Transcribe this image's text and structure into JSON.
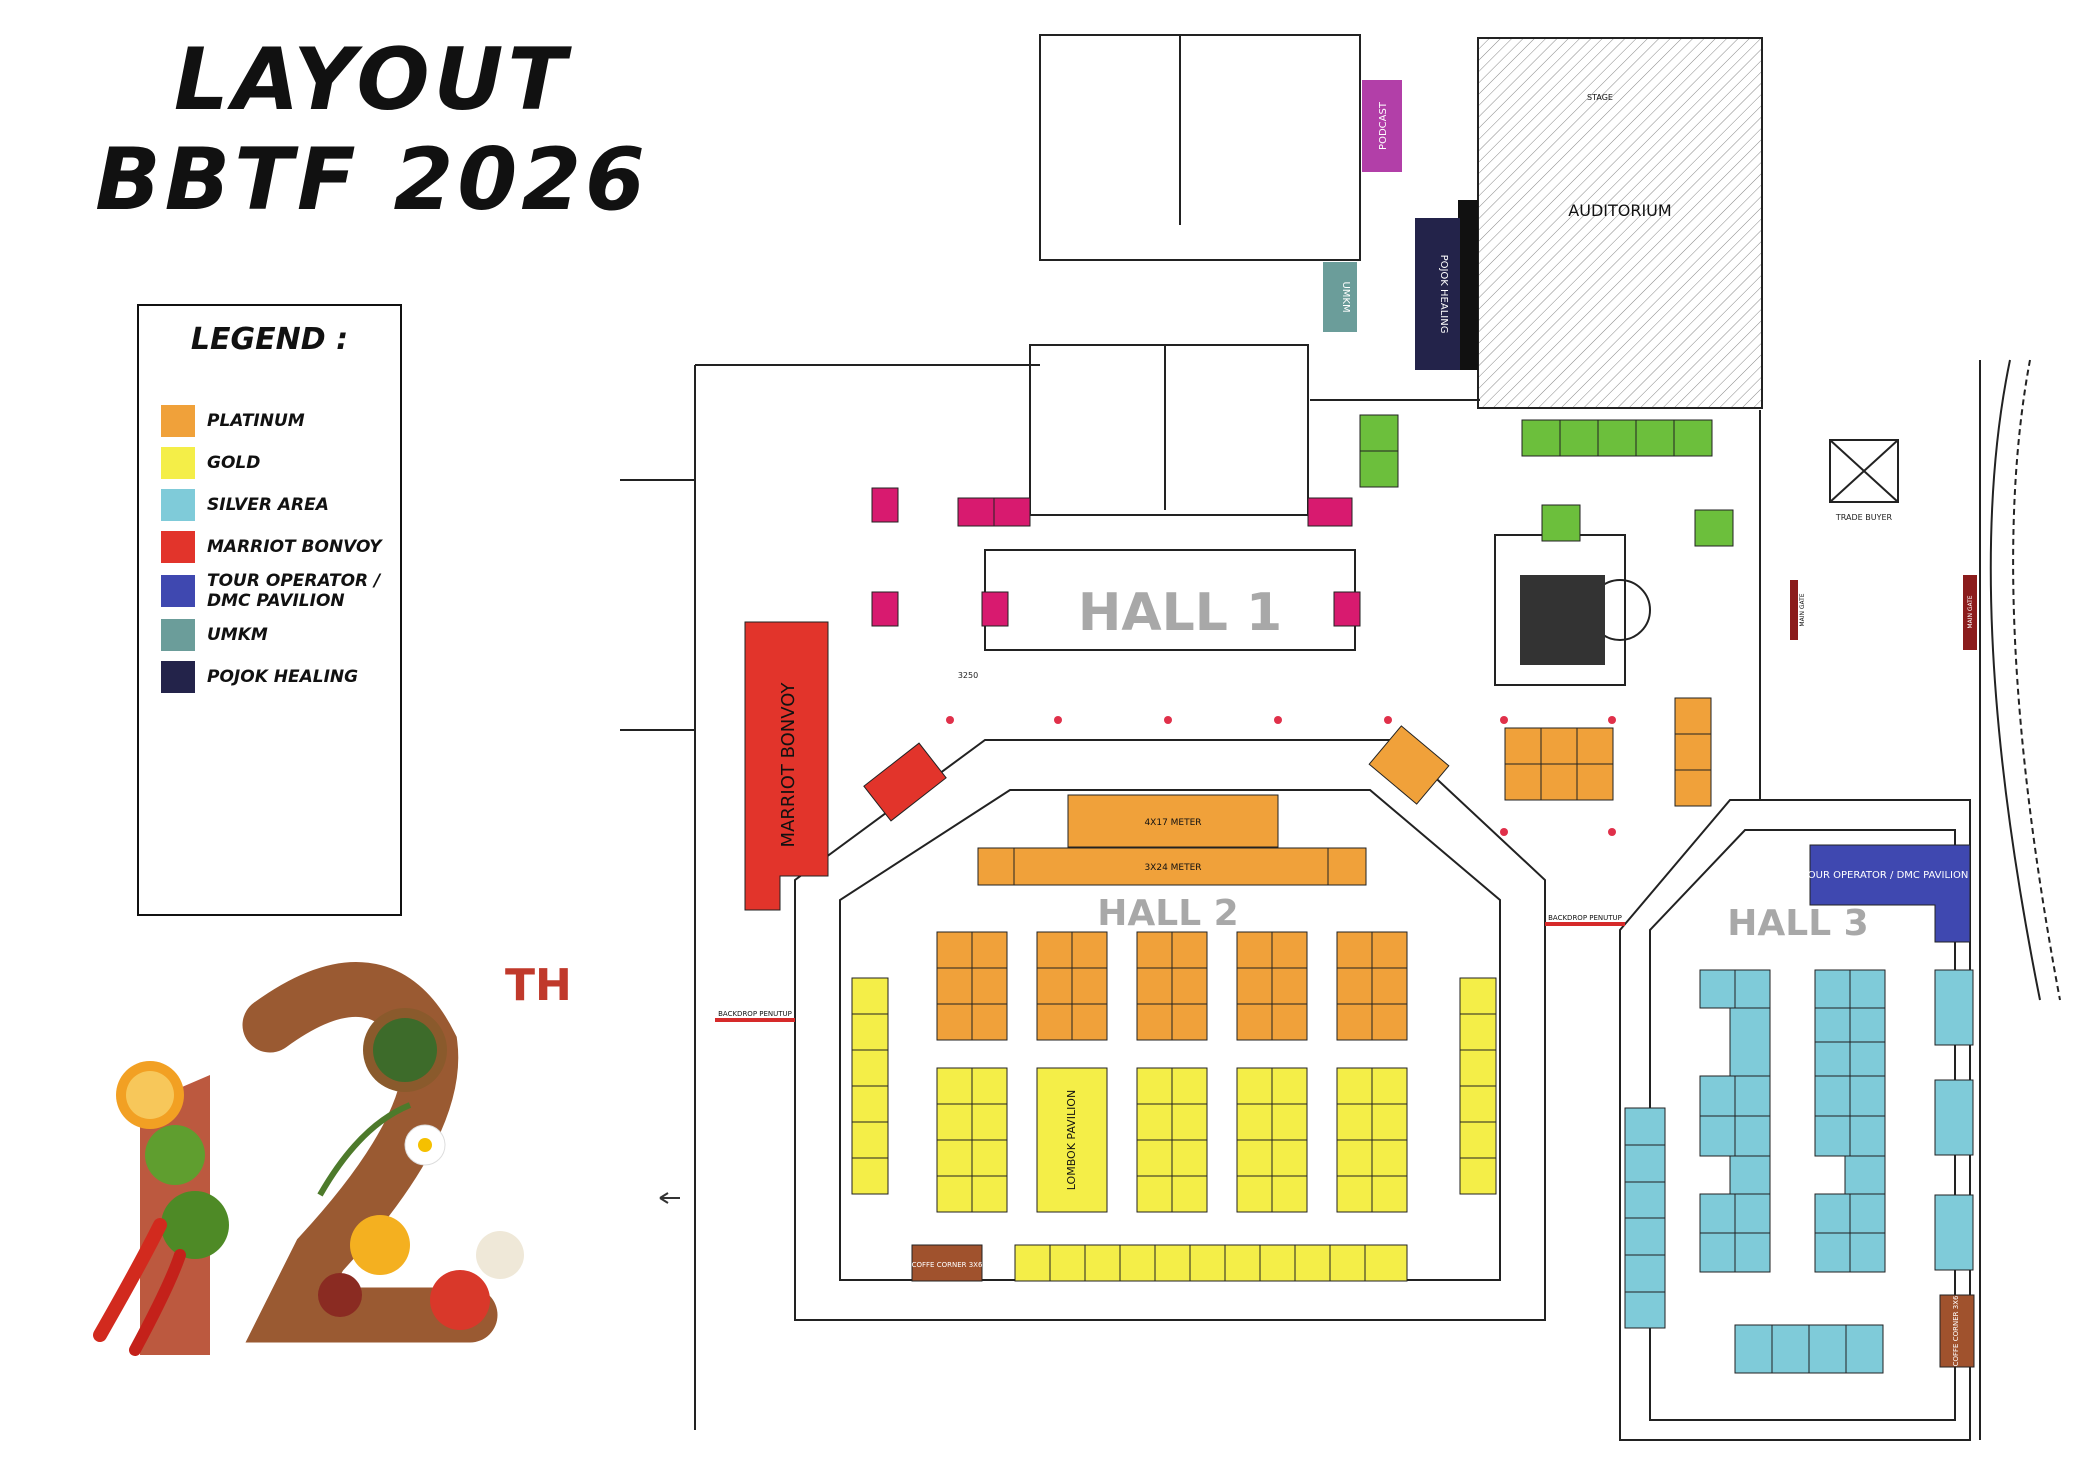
{
  "title": {
    "line1": "LAYOUT",
    "line2": "BBTF 2026"
  },
  "legend": {
    "title": "LEGEND :",
    "items": [
      {
        "label": "PLATINUM",
        "color": "#f0a13a"
      },
      {
        "label": "GOLD",
        "color": "#f4ee48"
      },
      {
        "label": "SILVER AREA",
        "color": "#7fcbd9"
      },
      {
        "label": "MARRIOT BONVOY",
        "color": "#e2342b"
      },
      {
        "label": "TOUR OPERATOR / DMC PAVILION",
        "color": "#3f48b0"
      },
      {
        "label": "UMKM",
        "color": "#6b9d9a"
      },
      {
        "label": "POJOK HEALING",
        "color": "#23234a"
      }
    ]
  },
  "logo": {
    "number": "12",
    "superscript": "TH"
  },
  "map": {
    "halls": [
      "HALL 1",
      "HALL 2",
      "HALL 3"
    ],
    "areas": {
      "auditorium": "AUDITORIUM",
      "stage": "STAGE",
      "podcast": "PODCAST",
      "pojok_healing": "POJOK HEALING",
      "umkm": "UMKM",
      "trade_buyer": "TRADE BUYER",
      "marriott": "MARRIOT BONVOY",
      "tour_operator": "TOUR OPERATOR / DMC PAVILION",
      "lombok": "LOMBOK PAVILION",
      "meter_4x17": "4X17 METER",
      "meter_3x24": "3X24 METER",
      "coffee_hall2": "COFFE CORNER 3X6",
      "coffee_hall3": "COFFE CORNER 3X6",
      "backdrop": "BACKDROP PENUTUP",
      "dim_3250": "3250",
      "main_gate_1": "MAIN GATE",
      "main_gate_2": "MAIN GATE"
    }
  }
}
